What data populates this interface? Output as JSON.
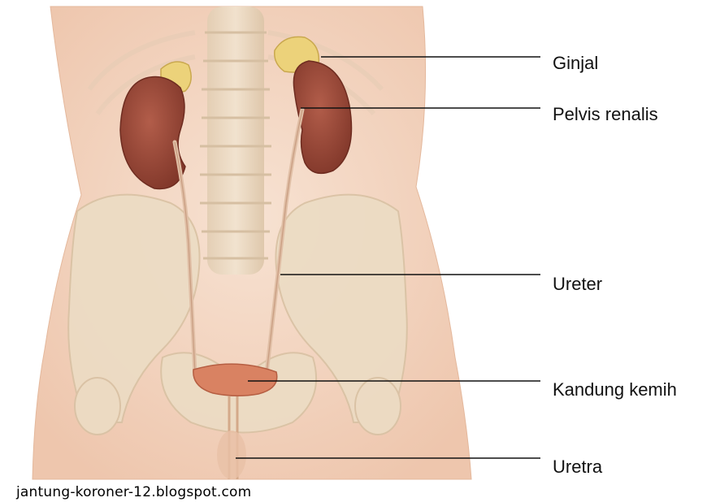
{
  "labels": {
    "ginjal": "Ginjal",
    "pelvis_renalis": "Pelvis renalis",
    "ureter": "Ureter",
    "kandung_kemih": "Kandung kemih",
    "uretra": "Uretra"
  },
  "credit": "jantung-koroner-12.blogspot.com",
  "colors": {
    "skin": "#f3d7c4",
    "bone": "#ead8bf",
    "kidney": "#9c4a3a",
    "adrenal": "#ecd27a",
    "bladder": "#d98262",
    "leader_line": "#111111"
  }
}
